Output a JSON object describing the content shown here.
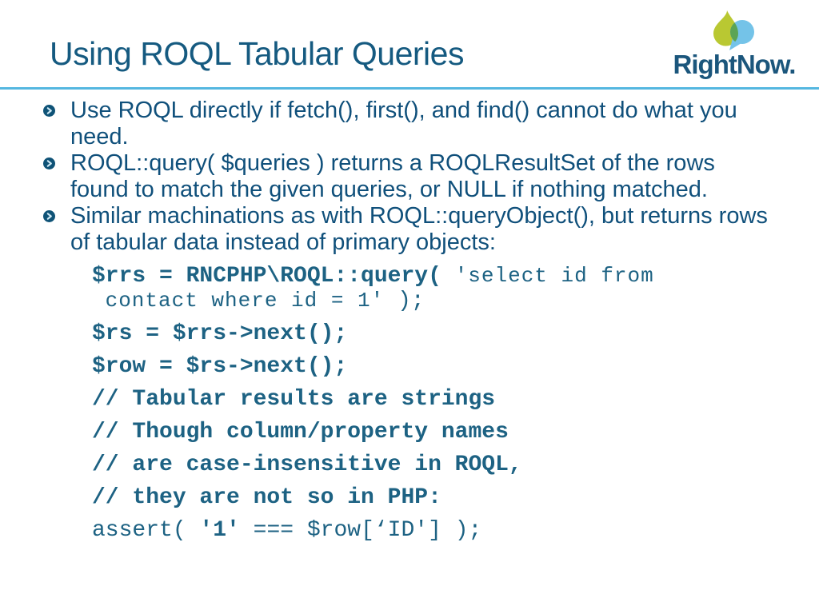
{
  "slide": {
    "title": "Using ROQL Tabular Queries",
    "logo": {
      "wordmark": "RightNow."
    },
    "colors": {
      "title": "#155a80",
      "body": "#10507b",
      "code": "#1d6283",
      "divider": "#55b7e0",
      "logo_text": "#1b567c",
      "logo_lime": "#b9c832",
      "logo_blue": "#74c3e8",
      "logo_overlap": "#5ba455",
      "bullet_circle": "#0f5377",
      "bullet_chevron": "#cde8f4"
    },
    "bullets": [
      "Use ROQL directly if fetch(), first(), and find() cannot do what you need.",
      "ROQL::query( $queries ) returns a ROQLResultSet of the rows found to match the given queries, or NULL if nothing matched.",
      "Similar machinations as with ROQL::queryObject(), but returns rows of tabular data instead of primary objects:"
    ],
    "code_lines": [
      {
        "cont": false,
        "segments": [
          {
            "s": "m",
            "t": "$rrs = RNCPHP\\ROQL::query( "
          },
          {
            "s": "s",
            "t": "'select id from"
          }
        ]
      },
      {
        "cont": true,
        "segments": [
          {
            "s": "s",
            "t": " contact where id = 1'"
          },
          {
            "s": "r",
            "t": " );"
          }
        ]
      },
      {
        "cont": false,
        "segments": [
          {
            "s": "m",
            "t": "$rs = $rrs->next();"
          }
        ]
      },
      {
        "cont": false,
        "segments": [
          {
            "s": "m",
            "t": "$row = $rs->next();"
          }
        ]
      },
      {
        "cont": false,
        "segments": [
          {
            "s": "m",
            "t": "// Tabular results are strings"
          }
        ]
      },
      {
        "cont": false,
        "segments": [
          {
            "s": "m",
            "t": "// Though column/property names"
          }
        ]
      },
      {
        "cont": false,
        "segments": [
          {
            "s": "m",
            "t": "// are case-insensitive in ROQL,"
          }
        ]
      },
      {
        "cont": false,
        "segments": [
          {
            "s": "m",
            "t": "// they are not so in PHP:"
          }
        ]
      },
      {
        "cont": false,
        "segments": [
          {
            "s": "r",
            "t": "assert( "
          },
          {
            "s": "b",
            "t": "'1'"
          },
          {
            "s": "r",
            "t": " === $row[‘ID'] );"
          }
        ]
      }
    ]
  }
}
